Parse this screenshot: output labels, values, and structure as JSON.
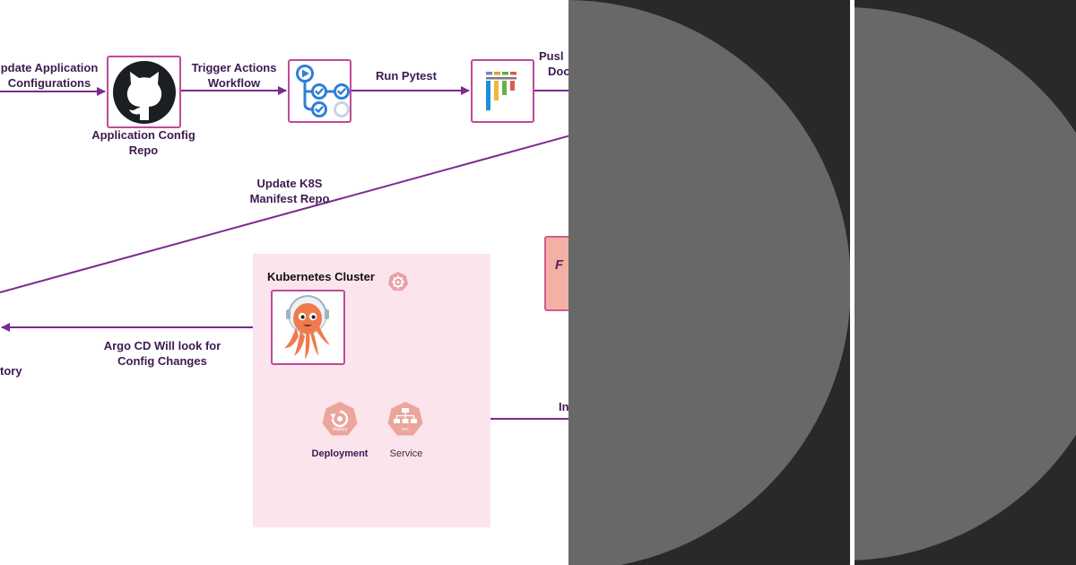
{
  "colors": {
    "arrow": "#7b2a8e",
    "node_border": "#c04a9a",
    "text": "#3d1a52",
    "cluster_bg": "#fce4ec",
    "dark_bg": "#292929",
    "circle": "#686868"
  },
  "edges": {
    "update_app_config": [
      "pdate Application",
      "Configurations"
    ],
    "trigger_actions": [
      "Trigger Actions",
      "Workflow"
    ],
    "run_pytest": "Run Pytest",
    "push_docker": [
      "Pusl",
      "Doc"
    ],
    "update_k8s": [
      "Update K8S",
      "Manifest Repo"
    ],
    "argo_cd": [
      "Argo CD Will look for",
      "Config Changes"
    ],
    "ingress": "In"
  },
  "nodes": {
    "app_config_repo": [
      "Application Config",
      "Repo"
    ],
    "repository_fragment": "tory",
    "fragment_box_text": "F"
  },
  "cluster": {
    "title": "Kubernetes Cluster",
    "deployment_label": "Deployment",
    "service_label": "Service",
    "deploy_icon_text": "deploy",
    "svc_icon_text": "svc"
  }
}
